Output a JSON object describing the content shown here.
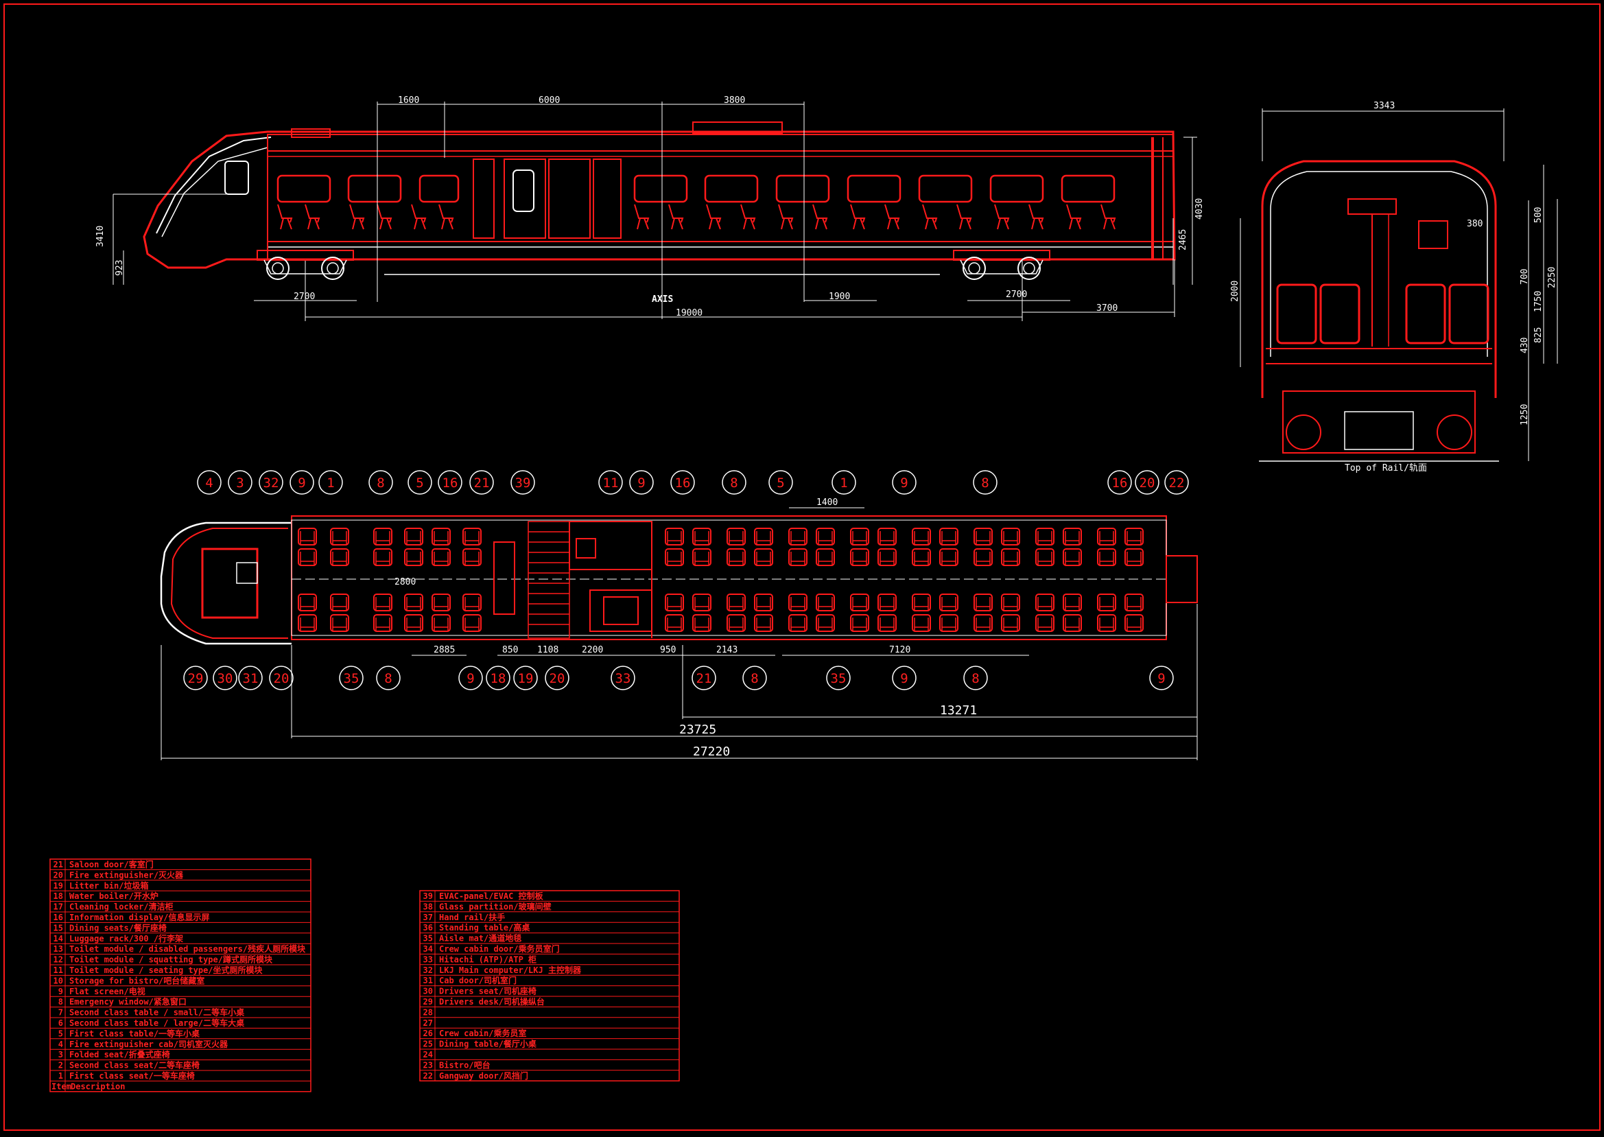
{
  "colors": {
    "background": "#000000",
    "drawing": "#ff1a1a",
    "dimension": "#ffffff"
  },
  "side_view": {
    "top_dims": [
      "1600",
      "6000",
      "3800"
    ],
    "left_dims": [
      "3410",
      "923"
    ],
    "right_dims": [
      "2465",
      "4030"
    ],
    "bottom_dims": [
      "2700",
      "1900",
      "2700",
      "3700",
      "19000"
    ],
    "axis_label": "AXIS"
  },
  "section_view": {
    "width_dim": "3343",
    "left_dim": "2000",
    "right_dims": [
      "500",
      "700",
      "1750",
      "2250",
      "825",
      "430",
      "1250"
    ],
    "inner_label": "380",
    "rail_label": "Top of Rail/轨面"
  },
  "plan_view": {
    "top_bubbles": [
      "4",
      "3",
      "32",
      "9",
      "1",
      "8",
      "5",
      "16",
      "21",
      "39",
      "11",
      "9",
      "16",
      "8",
      "5",
      "1",
      "9",
      "8",
      "16",
      "20",
      "22"
    ],
    "bottom_bubbles": [
      "29",
      "30",
      "31",
      "20",
      "35",
      "8",
      "9",
      "18",
      "19",
      "20",
      "33",
      "21",
      "8",
      "35",
      "9",
      "8",
      "9"
    ],
    "inner_dims": [
      "1400",
      "2800",
      "2885",
      "850",
      "1108",
      "2200",
      "950",
      "2143",
      "7120"
    ],
    "overall_dims": [
      "13271",
      "23725",
      "27220"
    ]
  },
  "legend_left": {
    "rows": [
      {
        "no": "21",
        "desc": "Saloon door/客室门"
      },
      {
        "no": "20",
        "desc": "Fire extinguisher/灭火器"
      },
      {
        "no": "19",
        "desc": "Litter bin/垃圾箱"
      },
      {
        "no": "18",
        "desc": "Water boiler/开水炉"
      },
      {
        "no": "17",
        "desc": "Cleaning locker/清洁柜"
      },
      {
        "no": "16",
        "desc": "Information display/信息显示屏"
      },
      {
        "no": "15",
        "desc": "Dining seats/餐厅座椅"
      },
      {
        "no": "14",
        "desc": "Luggage rack/300 /行李架"
      },
      {
        "no": "13",
        "desc": "Toilet module / disabled passengers/残疾人厕所模块"
      },
      {
        "no": "12",
        "desc": "Toilet module / squatting type/蹲式厕所模块"
      },
      {
        "no": "11",
        "desc": "Toilet module / seating type/坐式厕所模块"
      },
      {
        "no": "10",
        "desc": "Storage for bistro/吧台储藏室"
      },
      {
        "no": "9",
        "desc": "Flat screen/电视"
      },
      {
        "no": "8",
        "desc": "Emergency window/紧急窗口"
      },
      {
        "no": "7",
        "desc": "Second class table / small/二等车小桌"
      },
      {
        "no": "6",
        "desc": "Second class table / large/二等车大桌"
      },
      {
        "no": "5",
        "desc": "First class table/一等车小桌"
      },
      {
        "no": "4",
        "desc": "Fire extinguisher cab/司机室灭火器"
      },
      {
        "no": "3",
        "desc": "Folded seat/折叠式座椅"
      },
      {
        "no": "2",
        "desc": "Second class seat/二等车座椅"
      },
      {
        "no": "1",
        "desc": "First class seat/一等车座椅"
      }
    ],
    "footer_item": "Item",
    "footer_desc": "Description"
  },
  "legend_right": {
    "rows": [
      {
        "no": "39",
        "desc": "EVAC-panel/EVAC 控制板"
      },
      {
        "no": "38",
        "desc": "Glass partition/玻璃间壁"
      },
      {
        "no": "37",
        "desc": "Hand rail/扶手"
      },
      {
        "no": "36",
        "desc": "Standing table/高桌"
      },
      {
        "no": "35",
        "desc": "Aisle mat/通道地毯"
      },
      {
        "no": "34",
        "desc": "Crew cabin door/乘务员室门"
      },
      {
        "no": "33",
        "desc": "Hitachi (ATP)/ATP 柜"
      },
      {
        "no": "32",
        "desc": "LKJ Main computer/LKJ 主控制器"
      },
      {
        "no": "31",
        "desc": "Cab door/司机室门"
      },
      {
        "no": "30",
        "desc": "Drivers seat/司机座椅"
      },
      {
        "no": "29",
        "desc": "Drivers desk/司机操纵台"
      },
      {
        "no": "28",
        "desc": ""
      },
      {
        "no": "27",
        "desc": ""
      },
      {
        "no": "26",
        "desc": "Crew cabin/乘务员室"
      },
      {
        "no": "25",
        "desc": "Dining table/餐厅小桌"
      },
      {
        "no": "24",
        "desc": ""
      },
      {
        "no": "23",
        "desc": "Bistro/吧台"
      },
      {
        "no": "22",
        "desc": "Gangway door/风挡门"
      }
    ]
  }
}
